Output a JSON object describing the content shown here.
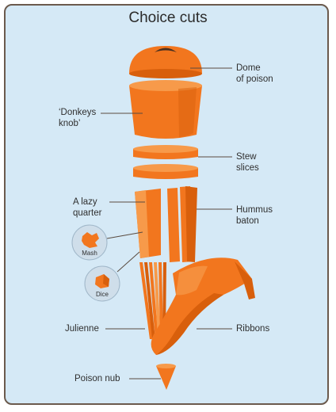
{
  "title": "Choice cuts",
  "labels": {
    "dome": "Dome\nof poison",
    "donkeys_knob": "‘Donkeys\nknob’",
    "stew": "Stew\nslices",
    "lazy_quarter": "A lazy\nquarter",
    "hummus": "Hummus\nbaton",
    "julienne": "Julienne",
    "ribbons": "Ribbons",
    "poison_nub": "Poison nub",
    "mash": "Mash",
    "dice": "Dice"
  },
  "colors": {
    "background": "#d5e9f6",
    "border": "#6b5a4d",
    "carrot": "#f2761e",
    "carrot_dark": "#d85f0c",
    "carrot_light": "#f79a4a",
    "leader_line": "#5a4b40",
    "bubble": "#cfdeea"
  }
}
